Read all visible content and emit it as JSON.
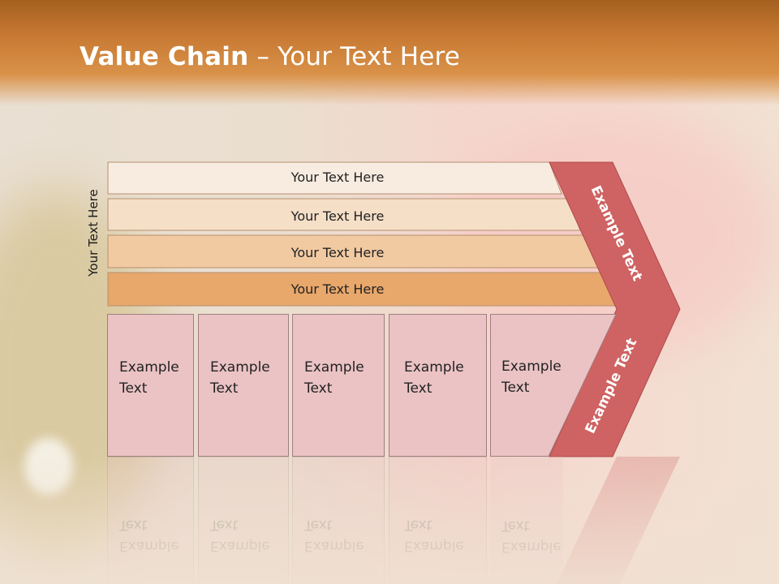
{
  "title": {
    "bold": "Value Chain",
    "rest": " – Your Text Here"
  },
  "vertical_label": "Your Text Here",
  "bars": [
    {
      "label": "Your Text Here",
      "color": "#f8ece1"
    },
    {
      "label": "Your Text Here",
      "color": "#f5dfc7"
    },
    {
      "label": "Your Text Here",
      "color": "#f1caa2"
    },
    {
      "label": "Your Text Here",
      "color": "#e8a76b"
    }
  ],
  "boxes": [
    {
      "label": "Example\nText"
    },
    {
      "label": "Example\nText"
    },
    {
      "label": "Example\nText"
    },
    {
      "label": "Example\nText"
    },
    {
      "label": "Example\nText"
    }
  ],
  "chevron": {
    "upper_label": "Example Text",
    "lower_label": "Example Text",
    "color": "#cf6262"
  },
  "colors": {
    "header": "#c87a33",
    "box": "#ebc3c4"
  }
}
